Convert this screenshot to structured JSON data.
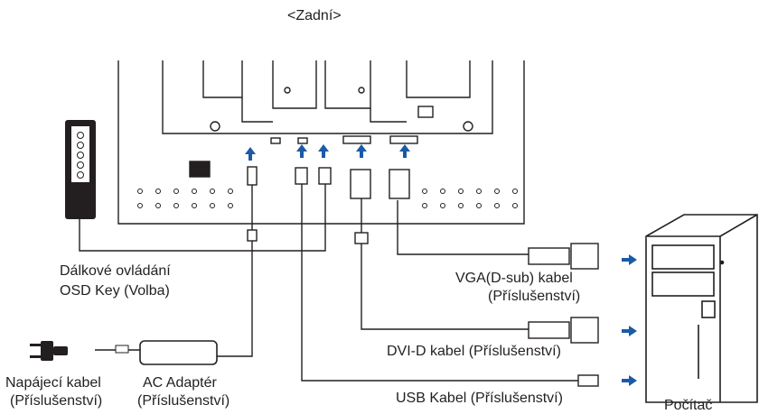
{
  "header": {
    "title": "<Zadní>"
  },
  "labels": {
    "remote_line1": "Dálkové ovládání",
    "remote_line2": "OSD Key (Volba)",
    "vga_line1": "VGA(D-sub) kabel",
    "vga_line2": "(Příslušenství)",
    "dvi": "DVI-D kabel (Příslušenství)",
    "usb": "USB Kabel (Příslušenství)",
    "power_line1": "Napájecí kabel",
    "power_line2": "(Příslušenství)",
    "adapter_line1": "AC Adaptér",
    "adapter_line2": "(Příslušenství)",
    "computer": "Počítač"
  },
  "colors": {
    "arrow": "#1a5aa8",
    "line": "#231f20",
    "cable": "#7a7a7a"
  }
}
